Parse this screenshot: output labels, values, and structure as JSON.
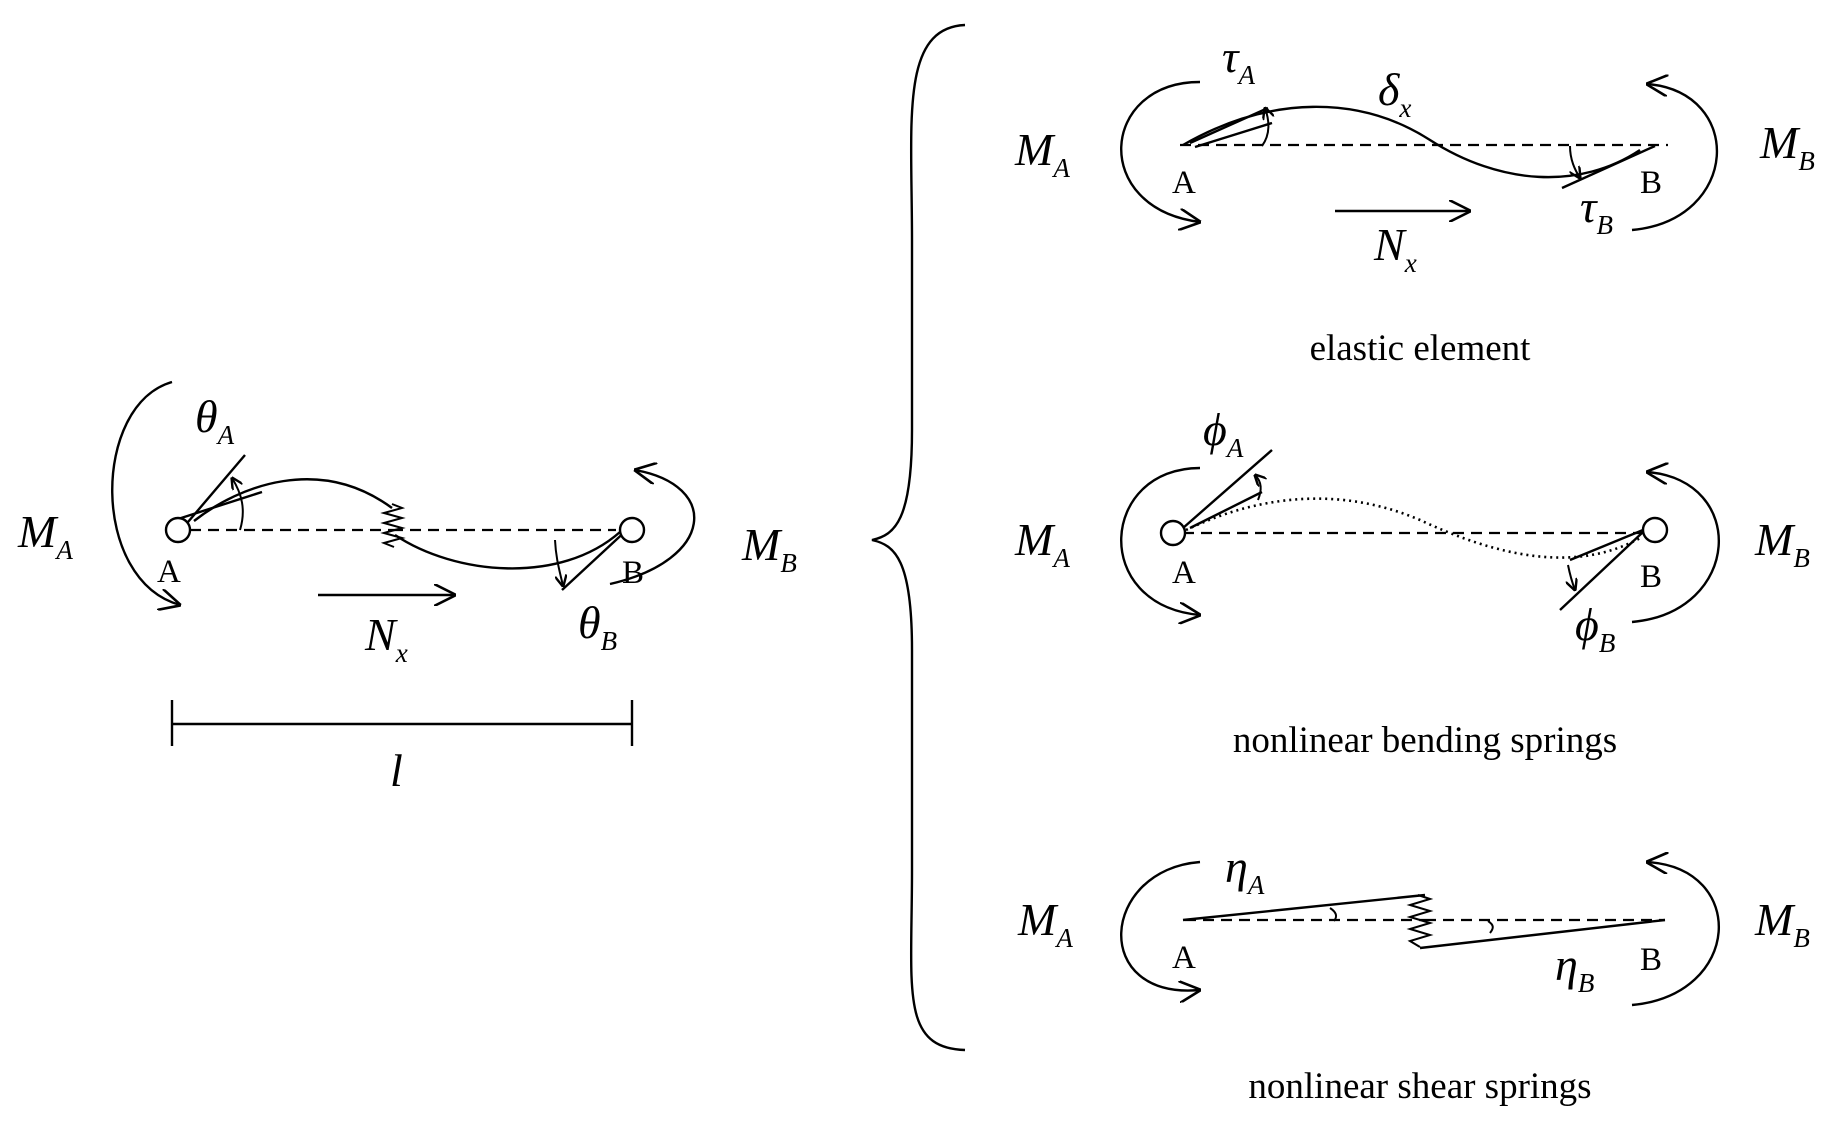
{
  "left_model": {
    "moment_a": {
      "sym": "M",
      "sub": "A"
    },
    "moment_b": {
      "sym": "M",
      "sub": "B"
    },
    "node_a": "A",
    "node_b": "B",
    "rotation_a": {
      "sym": "θ",
      "sub": "A"
    },
    "rotation_b": {
      "sym": "θ",
      "sub": "B"
    },
    "axial_force": {
      "sym": "N",
      "sub": "x"
    },
    "length": "l"
  },
  "elastic_element": {
    "moment_a": {
      "sym": "M",
      "sub": "A"
    },
    "moment_b": {
      "sym": "M",
      "sub": "B"
    },
    "node_a": "A",
    "node_b": "B",
    "rotation_a": {
      "sym": "τ",
      "sub": "A"
    },
    "rotation_b": {
      "sym": "τ",
      "sub": "B"
    },
    "deflection": {
      "sym": "δ",
      "sub": "x"
    },
    "axial_force": {
      "sym": "N",
      "sub": "x"
    },
    "caption": "elastic element"
  },
  "bending_springs": {
    "moment_a": {
      "sym": "M",
      "sub": "A"
    },
    "moment_b": {
      "sym": "M",
      "sub": "B"
    },
    "node_a": "A",
    "node_b": "B",
    "rotation_a": {
      "sym": "ϕ",
      "sub": "A"
    },
    "rotation_b": {
      "sym": "ϕ",
      "sub": "B"
    },
    "caption": "nonlinear bending springs"
  },
  "shear_springs": {
    "moment_a": {
      "sym": "M",
      "sub": "A"
    },
    "moment_b": {
      "sym": "M",
      "sub": "B"
    },
    "node_a": "A",
    "node_b": "B",
    "rotation_a": {
      "sym": "η",
      "sub": "A"
    },
    "rotation_b": {
      "sym": "η",
      "sub": "B"
    },
    "caption": "nonlinear shear springs"
  }
}
